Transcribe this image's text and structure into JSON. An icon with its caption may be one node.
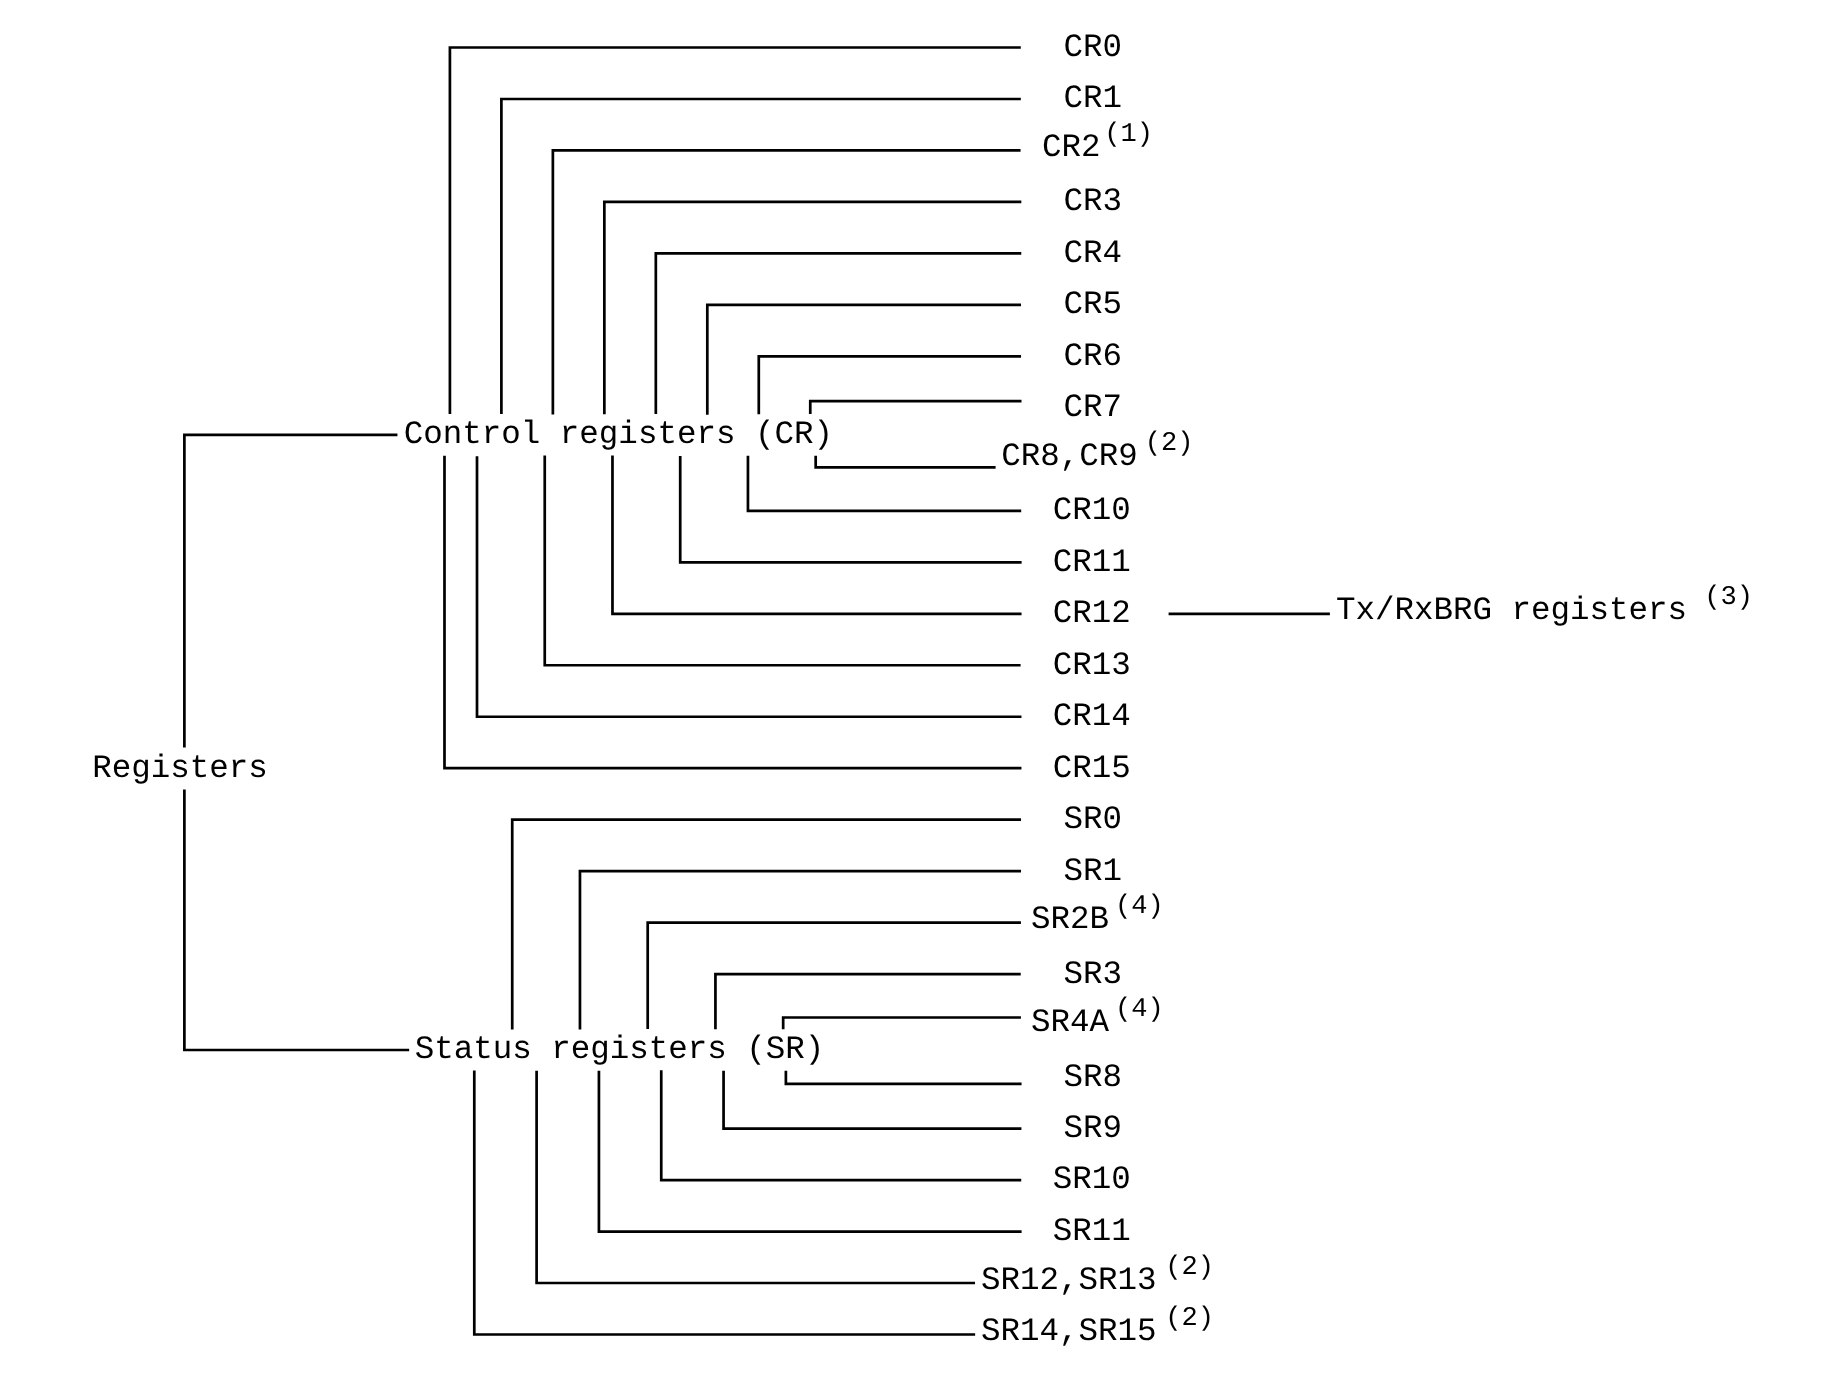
{
  "diagram": {
    "nodes": [
      {
        "text": [
          "Registers"
        ]
      },
      {
        "text": [
          "Control registers (CR)"
        ]
      },
      {
        "text": [
          "CR0"
        ]
      },
      {
        "text": [
          "CR1"
        ]
      },
      {
        "text": [
          "CR2"
        ],
        "beside": [
          "(1)"
        ]
      },
      {
        "text": [
          "CR3"
        ]
      },
      {
        "text": [
          "CR4"
        ]
      },
      {
        "text": [
          "CR5"
        ]
      },
      {
        "text": [
          "CR6"
        ]
      },
      {
        "text": [
          "CR7"
        ]
      },
      {
        "text": [
          "CR8,CR9"
        ],
        "beside": [
          "(2)"
        ]
      },
      {
        "text": [
          "CR10"
        ]
      },
      {
        "text": [
          "CR11"
        ]
      },
      {
        "text": [
          "CR12"
        ]
      },
      {
        "text": [
          "CR13"
        ]
      },
      {
        "text": [
          "CR14"
        ]
      },
      {
        "text": [
          "CR15"
        ]
      },
      {
        "text": [
          "Tx/RxBRG registers"
        ],
        "beside": [
          "(3)"
        ]
      },
      {
        "text": [
          "Status registers (SR)"
        ]
      },
      {
        "text": [
          "SR0"
        ]
      },
      {
        "text": [
          "SR1"
        ]
      },
      {
        "text": [
          "SR2B"
        ],
        "beside": [
          "(4)"
        ]
      },
      {
        "text": [
          "SR3"
        ]
      },
      {
        "text": [
          "SR4A"
        ],
        "beside": [
          "(4)"
        ]
      },
      {
        "text": [
          "SR8"
        ]
      },
      {
        "text": [
          "SR9"
        ]
      },
      {
        "text": [
          "SR10"
        ]
      },
      {
        "text": [
          "SR11"
        ]
      },
      {
        "text": [
          "SR12,SR13"
        ],
        "beside": [
          "(2)"
        ]
      },
      {
        "text": [
          "SR14,SR15"
        ],
        "beside": [
          "(2)"
        ]
      }
    ],
    "edges": [
      {
        "from": 0,
        "to": 1,
        "arrow": "none"
      },
      {
        "from": 0,
        "to": 18,
        "arrow": "none"
      },
      {
        "from": 1,
        "to": 2,
        "arrow": "none"
      },
      {
        "from": 1,
        "to": 3,
        "arrow": "none"
      },
      {
        "from": 1,
        "to": 4,
        "arrow": "none"
      },
      {
        "from": 1,
        "to": 5,
        "arrow": "none"
      },
      {
        "from": 1,
        "to": 6,
        "arrow": "none"
      },
      {
        "from": 1,
        "to": 7,
        "arrow": "none"
      },
      {
        "from": 1,
        "to": 8,
        "arrow": "none"
      },
      {
        "from": 1,
        "to": 9,
        "arrow": "none"
      },
      {
        "from": 1,
        "to": 10,
        "arrow": "none"
      },
      {
        "from": 1,
        "to": 11,
        "arrow": "none"
      },
      {
        "from": 1,
        "to": 12,
        "arrow": "none"
      },
      {
        "from": 1,
        "to": 13,
        "arrow": "none"
      },
      {
        "from": 1,
        "to": 14,
        "arrow": "none"
      },
      {
        "from": 1,
        "to": 15,
        "arrow": "none"
      },
      {
        "from": 1,
        "to": 16,
        "arrow": "none"
      },
      {
        "from": 13,
        "to": 17,
        "arrow": "none"
      },
      {
        "from": 18,
        "to": 19,
        "arrow": "none"
      },
      {
        "from": 18,
        "to": 20,
        "arrow": "none"
      },
      {
        "from": 18,
        "to": 21,
        "arrow": "none"
      },
      {
        "from": 18,
        "to": 22,
        "arrow": "none"
      },
      {
        "from": 18,
        "to": 23,
        "arrow": "none"
      },
      {
        "from": 18,
        "to": 24,
        "arrow": "none"
      },
      {
        "from": 18,
        "to": 25,
        "arrow": "none"
      },
      {
        "from": 18,
        "to": 26,
        "arrow": "none"
      },
      {
        "from": 18,
        "to": 27,
        "arrow": "none"
      },
      {
        "from": 18,
        "to": 28,
        "arrow": "none"
      },
      {
        "from": 18,
        "to": 29,
        "arrow": "none"
      }
    ]
  }
}
